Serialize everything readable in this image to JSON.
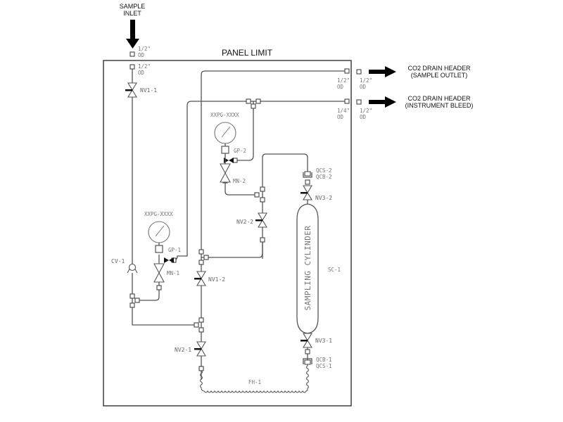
{
  "diagram": {
    "panel_title": "PANEL LIMIT",
    "inlet": {
      "label_line1": "SAMPLE",
      "label_line2": "INLET",
      "outer_size": "1/2\"",
      "outer_od": "OD",
      "inner_size": "1/2\"",
      "inner_od": "OD"
    },
    "outlets": [
      {
        "line1": "CO2 DRAIN HEADER",
        "line2": "(SAMPLE OUTLET)",
        "inner_size": "1/2\"",
        "inner_od": "OD",
        "outer_size": "1/2\"",
        "outer_od": "OD"
      },
      {
        "line1": "CO2 DRAIN HEADER",
        "line2": "(INSTRUMENT BLEED)",
        "inner_size": "1/4\"",
        "inner_od": "OD",
        "outer_size": "1/2\"",
        "outer_od": "OD"
      }
    ],
    "valves": {
      "nv1_1": "NV1-1",
      "nv1_2": "NV1-2",
      "nv2_1": "NV2-1",
      "nv2_2": "NV2-2",
      "nv3_1": "NV3-1",
      "nv3_2": "NV3-2",
      "mn_1": "MN-1",
      "mn_2": "MN-2",
      "cv_1": "CV-1"
    },
    "gauges": {
      "gauge1_tag": "XXPG-XXXX",
      "gauge2_tag": "XXPG-XXXX",
      "gp_1": "GP-1",
      "gp_2": "GP-2"
    },
    "connectors": {
      "qcs_2": "QCS-2",
      "qcb_2": "QCB-2",
      "qcb_1": "QCB-1",
      "qcs_1": "QCS-1"
    },
    "cylinder": {
      "text": "SAMPLING CYLINDER",
      "tag": "SC-1"
    },
    "hose": {
      "tag": "FH-1"
    }
  }
}
